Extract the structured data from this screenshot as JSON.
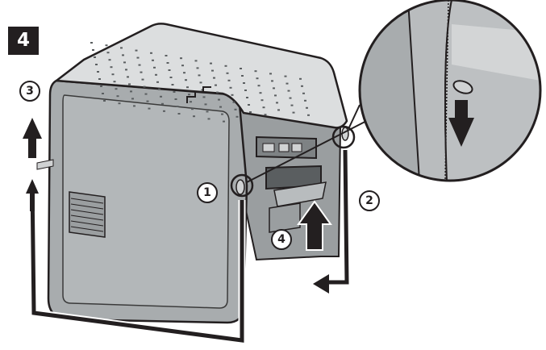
{
  "step_number": "4",
  "callouts": {
    "c1": "1",
    "c2": "2",
    "c3": "3",
    "c4": "4"
  },
  "colors": {
    "line": "#231f20",
    "body_fill": "#a8acae",
    "body_dark": "#8e9294",
    "lid_fill": "#dcdedf",
    "magnifier_fill": "#b9bcbe"
  },
  "icons": {
    "lid_logo": "stair-logo-icon",
    "zipper_pull": "zipper-pull-icon",
    "arrows": "arrow-icon"
  }
}
